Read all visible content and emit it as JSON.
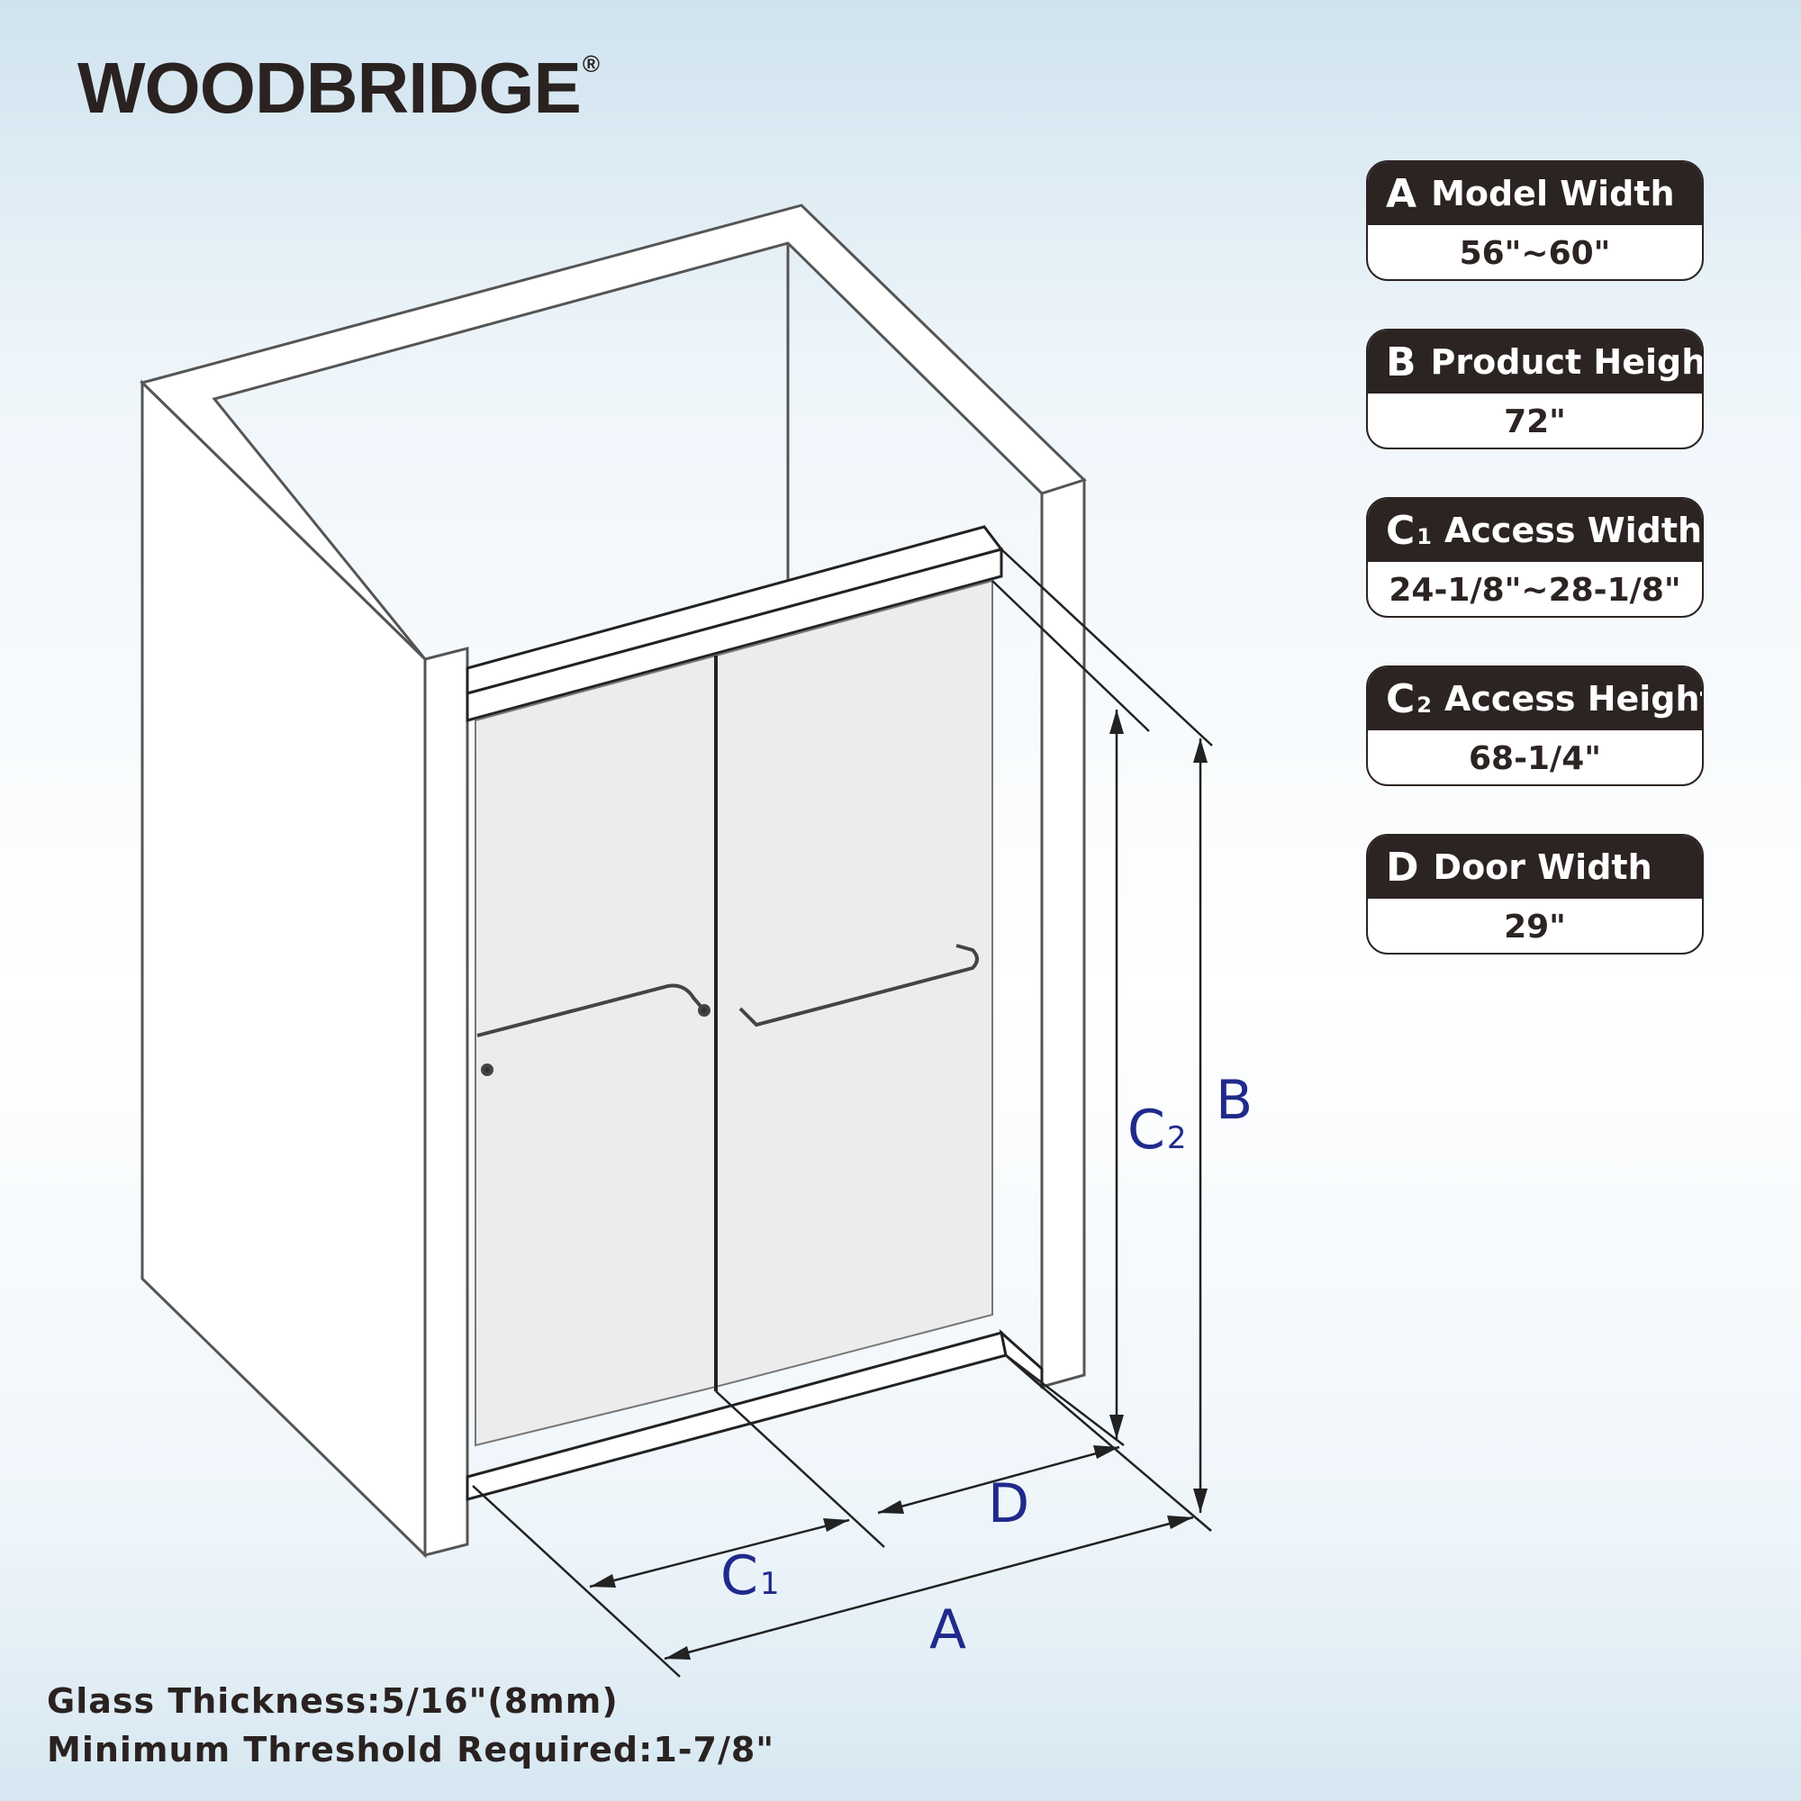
{
  "brand": {
    "name": "WOODBRIDGE",
    "mark": "®"
  },
  "specs": [
    {
      "letter": "A",
      "sub": "",
      "label": "Model Width",
      "value": "56\"~60\""
    },
    {
      "letter": "B",
      "sub": "",
      "label": "Product Heigh",
      "value": "72\""
    },
    {
      "letter": "C",
      "sub": "1",
      "label": "Access Width",
      "value": "24-1/8\"~28-1/8\""
    },
    {
      "letter": "C",
      "sub": "2",
      "label": "Access Height",
      "value": "68-1/4\""
    },
    {
      "letter": "D",
      "sub": "",
      "label": "Door Width",
      "value": "29\""
    }
  ],
  "dimension_labels": {
    "a": {
      "letter": "A",
      "sub": ""
    },
    "b": {
      "letter": "B",
      "sub": ""
    },
    "c1": {
      "letter": "C",
      "sub": "1"
    },
    "c2": {
      "letter": "C",
      "sub": "2"
    },
    "d": {
      "letter": "D",
      "sub": ""
    }
  },
  "notes": {
    "glass_thickness": "Glass Thickness:5/16\"(8mm)",
    "threshold": "Minimum Threshold Required:1-7/8\""
  },
  "colors": {
    "outline": "#3a3a3a",
    "glass": "#ececec",
    "dimension_text": "#1f2a8c",
    "card_dark": "#2c2422"
  }
}
